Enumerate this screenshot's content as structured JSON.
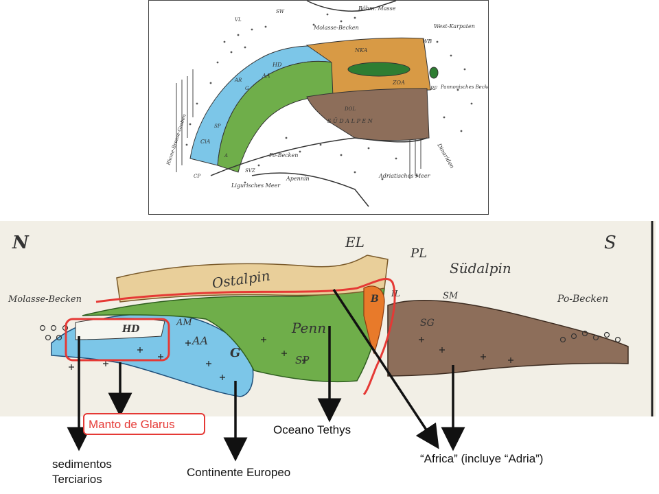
{
  "map": {
    "labels": {
      "bohm_masse": "Böhm. Masse",
      "molasse_becken": "Molasse-Becken",
      "west_karpaten": "West-Karpaten",
      "wb": "WB",
      "nka": "NKA",
      "zoa": "ZOA",
      "rf": "RF",
      "pannonisches_becken": "Pannonisches Becken",
      "hd": "HD",
      "aa": "AA",
      "ar": "AR",
      "gr": "G",
      "sp": "SP",
      "cia": "CiA",
      "a": "A",
      "dol": "DOL",
      "sudalpen": "S Ü D A L P E N",
      "po_becken": "Po-Becken",
      "svz": "SVZ",
      "ligurisches_meer": "Ligurisches Meer",
      "apennin": "Apennin",
      "adriatisches_meer": "Adriatisches Meer",
      "dinariden": "Dinariden",
      "cp": "CP",
      "rheingraben": "Rhone-Bresse-Graben",
      "vl": "VL",
      "sw": "SW"
    }
  },
  "section": {
    "labels": {
      "north": "N",
      "south": "S",
      "el": "EL",
      "pl": "PL",
      "sudalpin": "Südalpin",
      "ostalpin": "Ostalpin",
      "penn": "Penn",
      "molasse_becken": "Molasse-Becken",
      "po_becken": "Po-Becken",
      "hd": "HD",
      "am": "AM",
      "aa": "AA",
      "g": "G",
      "sp": "SP",
      "sm": "SM",
      "sg": "SG",
      "b": "B",
      "il": "IL"
    }
  },
  "annotations": {
    "manto_de_glarus": "Manto de Glarus",
    "oceano_tethys": "Oceano Tethys",
    "sedimentos_line1": "sedimentos",
    "sedimentos_line2": "Terciarios",
    "continente_europeo": "Continente Europeo",
    "africa": "“Africa” (incluye “Adria”)"
  },
  "colors": {
    "penninic_blue": "#7cc6e8",
    "helvetic_blue": "#5aa9de",
    "ostalpin_tan": "#e9cf9a",
    "nka_orange": "#d89a45",
    "penn_green": "#6fae4a",
    "dark_green": "#2e7d32",
    "sudalpin_brown": "#8d6e5a",
    "bernina_orange": "#e87a2a",
    "red_outline": "#e53935",
    "arrow": "#111111"
  }
}
